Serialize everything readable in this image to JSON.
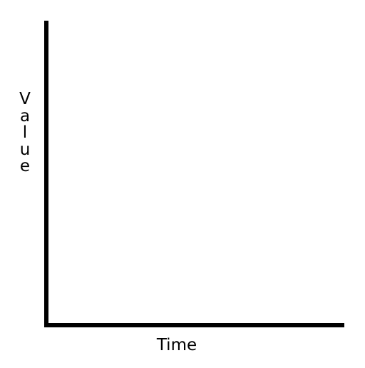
{
  "chart_data": {
    "type": "line",
    "title": "",
    "xlabel": "Time",
    "ylabel": "Value",
    "series": [],
    "grid": false,
    "legend": false
  },
  "colors": {
    "axis": "#000000",
    "background": "#ffffff"
  }
}
